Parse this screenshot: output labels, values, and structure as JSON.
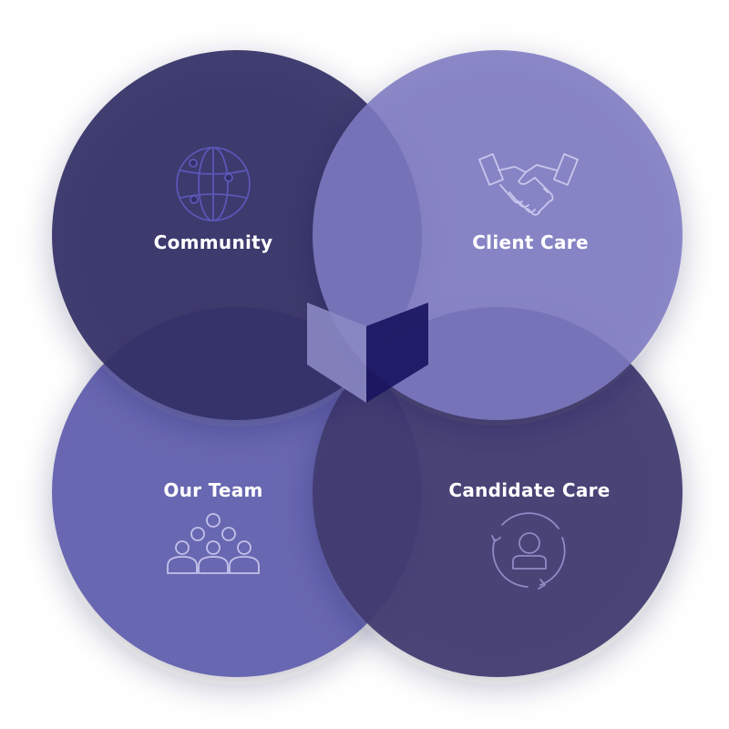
{
  "diagram": {
    "type": "venn",
    "circles": [
      {
        "key": "community",
        "label": "Community",
        "icon": "globe-icon",
        "color": "#3d3a6e"
      },
      {
        "key": "client_care",
        "label": "Client Care",
        "icon": "handshake-icon",
        "color": "#8a86c8"
      },
      {
        "key": "our_team",
        "label": "Our Team",
        "icon": "team-icon",
        "color": "#6563b0"
      },
      {
        "key": "candidate_care",
        "label": "Candidate Care",
        "icon": "candidate-cycle-icon",
        "color": "#3e3a6f"
      }
    ],
    "center_logo": {
      "icon": "book-logo-icon",
      "colors": [
        "#8b88c4",
        "#1a1560"
      ]
    }
  }
}
